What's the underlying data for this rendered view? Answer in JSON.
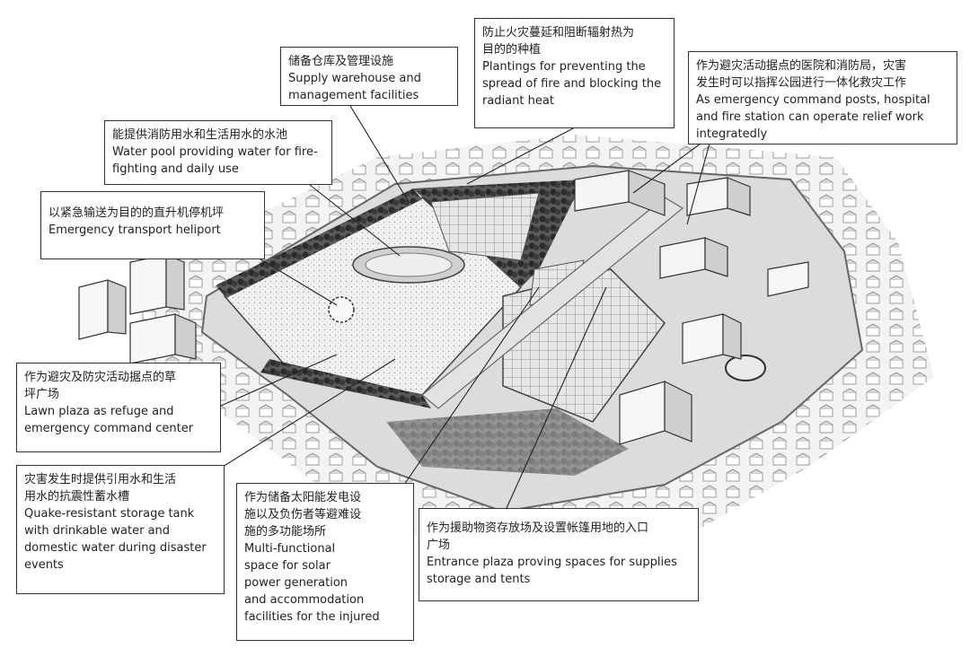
{
  "callouts": [
    {
      "id": "supply-warehouse",
      "cn": "储备仓库及管理设施",
      "en": "Supply warehouse and\nmanagement facilities"
    },
    {
      "id": "fire-plantings",
      "cn": "防止火灾蔓延和阻断辐射热为\n目的的种植",
      "en": "Plantings for preventing the\nspread of fire and blocking the\nradiant heat"
    },
    {
      "id": "hospital-fire-station",
      "cn": "作为避灾活动据点的医院和消防局，灾害\n发生时可以指挥公园进行一体化救灾工作",
      "en": "As emergency command posts, hospital\nand fire station can operate relief work\nintegratedly"
    },
    {
      "id": "water-pool",
      "cn": "能提供消防用水和生活用水的水池",
      "en": "Water pool providing water for fire-\nfighting and daily use"
    },
    {
      "id": "heliport",
      "cn": "以紧急输送为目的的直升机停机坪",
      "en": "Emergency transport heliport"
    },
    {
      "id": "lawn-plaza",
      "cn": "作为避灾及防灾活动据点的草\n坪广场",
      "en": "Lawn plaza as refuge and\nemergency command center"
    },
    {
      "id": "storage-tank",
      "cn": "灾害发生时提供引用水和生活\n用水的抗震性蓄水槽",
      "en": "Quake-resistant storage tank\nwith drinkable water and\ndomestic water during disaster\nevents"
    },
    {
      "id": "multi-functional",
      "cn": "作为储备太阳能发电设\n施以及负伤者等避难设\n施的多功能场所",
      "en": "Multi-functional\nspace for solar\npower generation\nand accommodation\nfacilities for the injured"
    },
    {
      "id": "entrance-plaza",
      "cn": "作为援助物资存放场及设置帐篷用地的入口\n广场",
      "en": "Entrance plaza proving spaces for supplies\nstorage and tents"
    }
  ]
}
